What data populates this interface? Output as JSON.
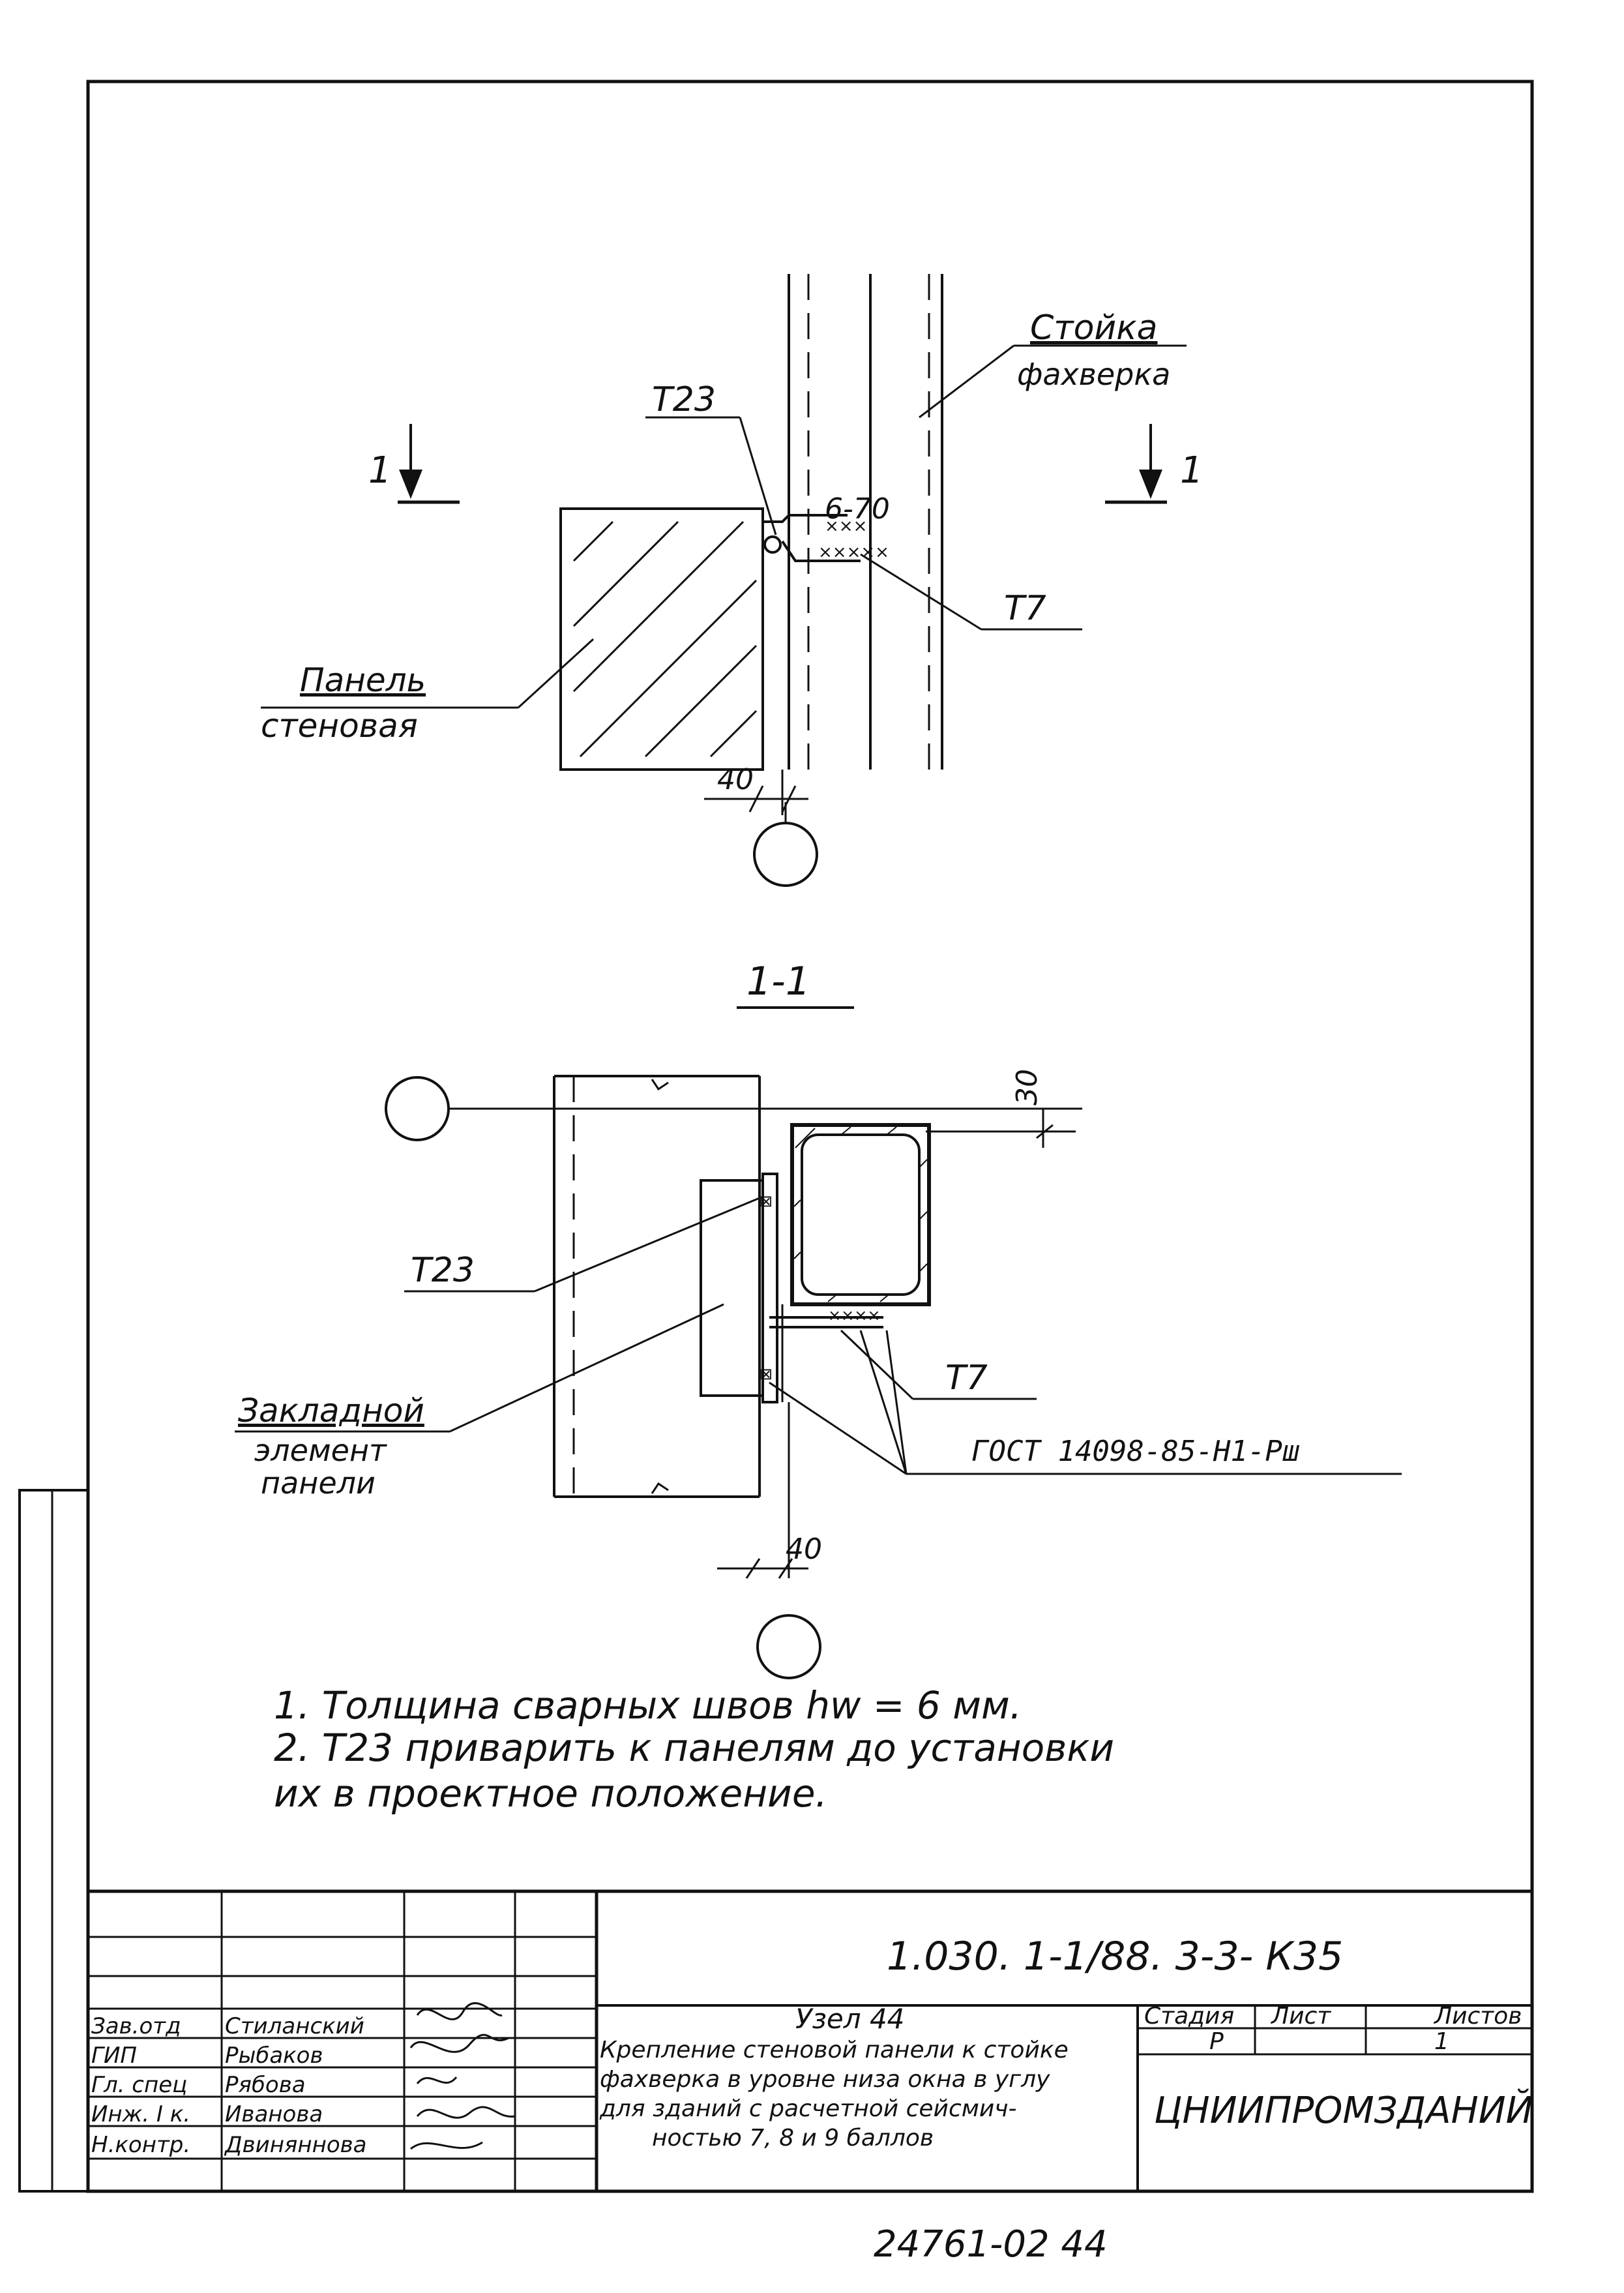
{
  "drawing": {
    "upper_view": {
      "label_column": "Стойка",
      "label_column_2": "фахверка",
      "label_panel": "Панель",
      "label_panel_2": "стеновая",
      "part_t23": "Т23",
      "part_t7": "Т7",
      "weld_note": "6-70",
      "dim_40": "40",
      "section_mark": "1"
    },
    "section": {
      "title": "1-1",
      "part_t23": "Т23",
      "part_t7": "Т7",
      "gost": "ГОСТ 14098-85-Н1-Рш",
      "label_embed": "Закладной",
      "label_embed_2": "элемент",
      "label_embed_3": "панели",
      "dim_30": "30",
      "dim_40": "40"
    },
    "notes": [
      "1. Толщина сварных швов hw = 6 мм.",
      "2. Т23 приварить к панелям до установки",
      "их в проектное положение."
    ]
  },
  "title_block": {
    "code": "1.030. 1-1/88. 3-3- К35",
    "node": "Узел 44",
    "description": [
      "Крепление стеновой панели к стойке",
      "фахверка в уровне низа окна в углу",
      "для зданий с расчетной сейсмич-",
      "ностью 7, 8 и 9 баллов"
    ],
    "headers": {
      "stage": "Стадия",
      "sheet": "Лист",
      "sheets": "Листов"
    },
    "values": {
      "stage": "Р",
      "sheet": "",
      "sheets": "1"
    },
    "org": "ЦНИИПРОМЗДАНИЙ",
    "people": [
      {
        "role": "Зав.отд",
        "name": "Стиланский"
      },
      {
        "role": "ГИП",
        "name": "Рыбаков"
      },
      {
        "role": "Гл. спец",
        "name": "Рябова"
      },
      {
        "role": "Инж. I к.",
        "name": "Иванова"
      },
      {
        "role": "Н.контр.",
        "name": "Двиняннова"
      }
    ]
  },
  "archive_number": "24761-02   44"
}
